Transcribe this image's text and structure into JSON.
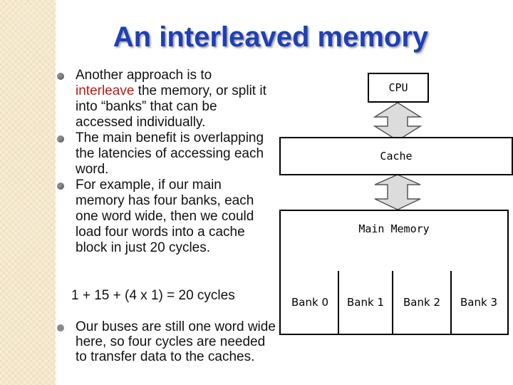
{
  "title": "An interleaved memory",
  "bullets": [
    {
      "pre": "Another approach is to ",
      "highlight": "interleave",
      "post": " the memory, or split it into “banks” that can be accessed individually."
    },
    {
      "text": "The main benefit is overlapping the latencies of accessing each word."
    },
    {
      "text": "For example, if our main memory has four banks, each one word wide, then we could load four words into a cache block in just 20 cycles."
    }
  ],
  "formula": "1 + 15 + (4 x 1) = 20 cycles",
  "last_bullet": "Our buses are still one word wide here, so four cycles are needed to transfer data to the caches.",
  "diagram": {
    "cpu": "CPU",
    "cache": "Cache",
    "main_memory": "Main Memory",
    "banks": [
      "Bank 0",
      "Bank 1",
      "Bank 2",
      "Bank 3"
    ]
  },
  "colors": {
    "title": "#1f3fb8",
    "highlight": "#c01818",
    "arrow_fill": "#dcdcdc"
  }
}
